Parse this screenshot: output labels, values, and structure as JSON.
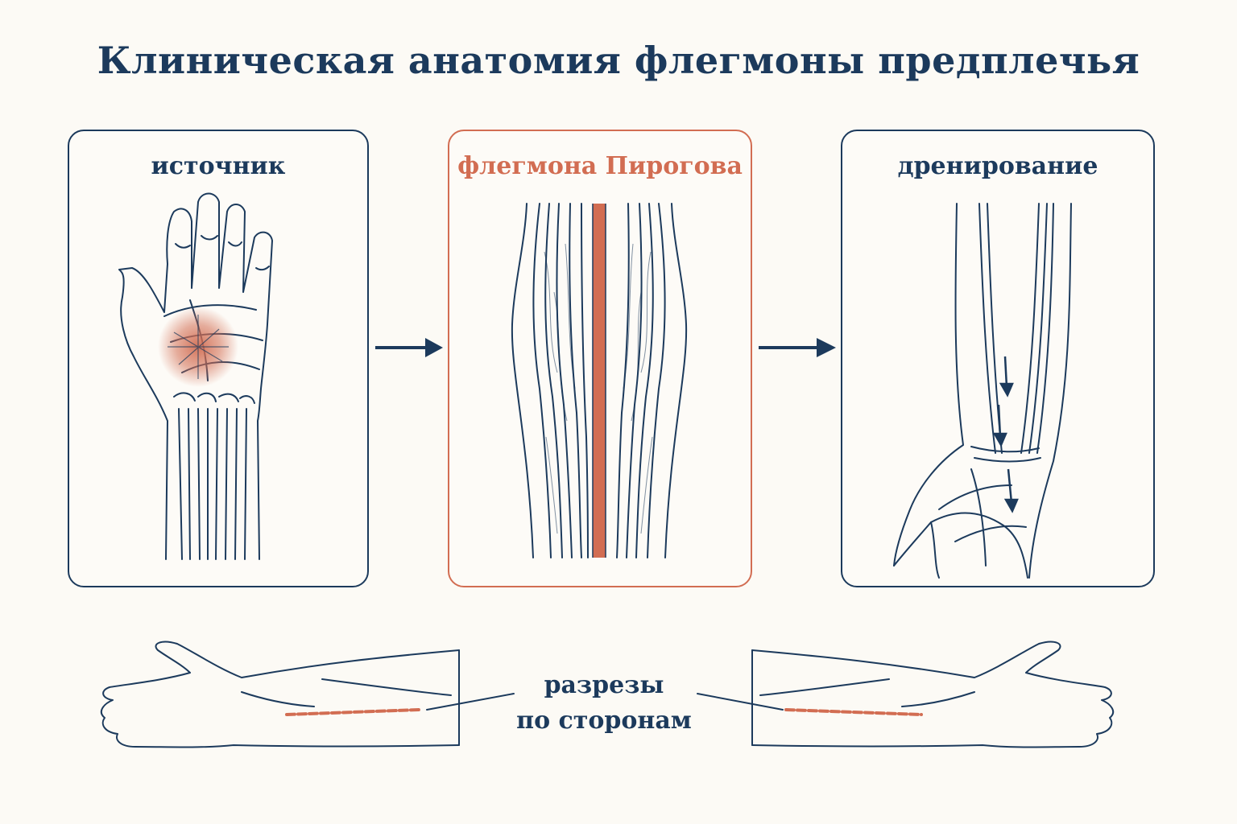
{
  "title": "Клиническая анатомия флегмоны предплечья",
  "panels": [
    {
      "title": "источник"
    },
    {
      "title": "флегмона Пирогова"
    },
    {
      "title": "дренирование"
    }
  ],
  "caption": {
    "line1": "разрезы",
    "line2": "по сторонам"
  },
  "colors": {
    "navy": "#1c3a5c",
    "accent": "#d26d52",
    "background": "#fcfaf5"
  }
}
